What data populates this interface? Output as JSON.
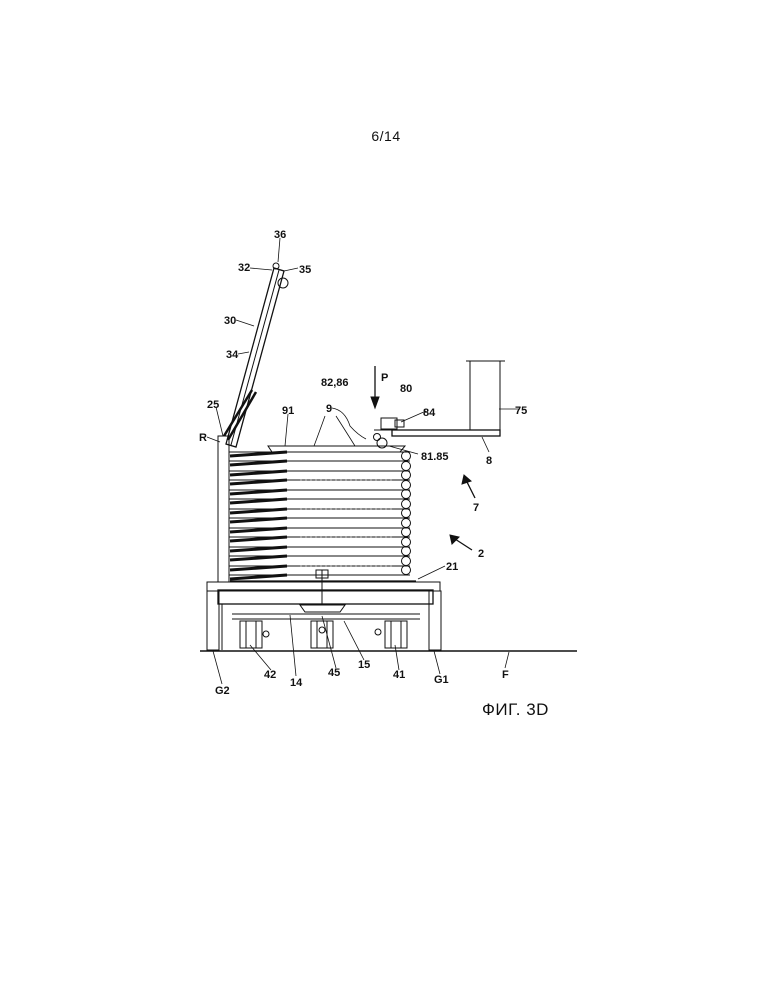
{
  "page_number": "6/14",
  "figure_caption": "ФИГ. 3D",
  "reference_labels": {
    "l36": "36",
    "l32": "32",
    "l35": "35",
    "l30": "30",
    "l34": "34",
    "l25": "25",
    "lR": "R",
    "l91": "91",
    "l9": "9",
    "lP": "P",
    "l8286": "82,86",
    "l80": "80",
    "l84": "84",
    "l75": "75",
    "l8185": "81.85",
    "l8": "8",
    "l7": "7",
    "l2": "2",
    "l21": "21",
    "l14": "14",
    "l45": "45",
    "l15": "15",
    "l42": "42",
    "l41": "41",
    "lG1": "G1",
    "lG2": "G2",
    "lF": "F"
  }
}
